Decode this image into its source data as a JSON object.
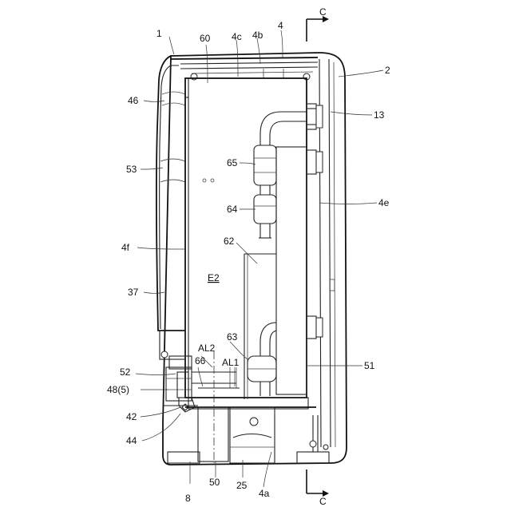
{
  "diagram": {
    "section_marks": {
      "top": "C",
      "bottom": "C"
    },
    "region_label": "E2",
    "callouts": {
      "c1": "1",
      "c2": "2",
      "c4": "4",
      "c4a": "4a",
      "c4b": "4b",
      "c4c": "4c",
      "c4e": "4e",
      "c4f": "4f",
      "c8": "8",
      "c13": "13",
      "c25": "25",
      "c37": "37",
      "c42": "42",
      "c44": "44",
      "c46": "46",
      "c48": "48(5)",
      "c50": "50",
      "c51": "51",
      "c52": "52",
      "c53": "53",
      "c60": "60",
      "c62": "62",
      "c63": "63",
      "c64": "64",
      "c65": "65",
      "c66": "66",
      "al1": "AL1",
      "al2": "AL2"
    }
  }
}
